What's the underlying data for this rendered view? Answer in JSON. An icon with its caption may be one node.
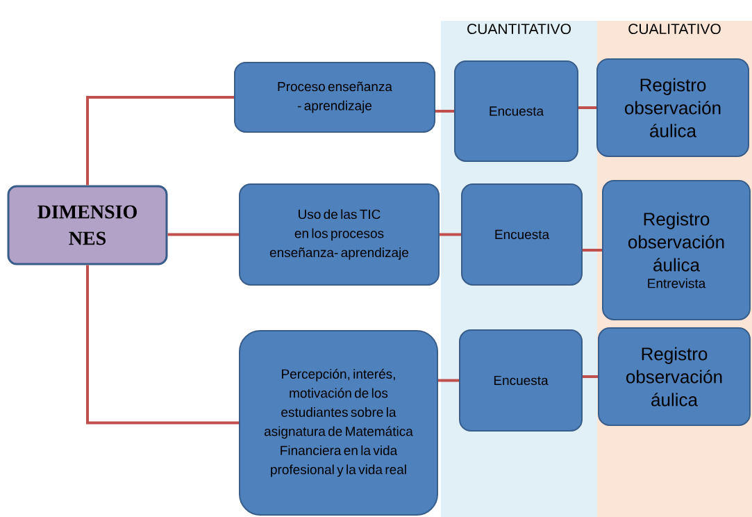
{
  "diagram": {
    "nodes": [
      {
        "text": [
          "CUANTITATIVO"
        ]
      },
      {
        "text": [
          "CUALITATIVO"
        ]
      },
      {
        "text": [
          "DIMENSIO NES"
        ]
      },
      {
        "text": [
          "Proceso enseñanza - aprendizaje"
        ]
      },
      {
        "text": [
          "Encuesta"
        ],
        "in": 0
      },
      {
        "text": [
          "Registro observación áulica"
        ],
        "in": 1
      },
      {
        "text": [
          "Uso de las TIC en los procesos enseñanza- aprendizaje"
        ]
      },
      {
        "text": [
          "Encuesta"
        ],
        "in": 0
      },
      {
        "text": [
          "Registro observación áulica",
          "Entrevista"
        ],
        "in": 1
      },
      {
        "text": [
          "Percepción, interés, motivación de los estudiantes sobre la asignatura de Matemática Financiera en la vida profesional y la vida real"
        ]
      },
      {
        "text": [
          "Encuesta"
        ],
        "in": 0
      },
      {
        "text": [
          "Registro observación áulica"
        ],
        "in": 1
      }
    ],
    "edges": [
      {
        "from": 2,
        "to": 3,
        "arrow": "none"
      },
      {
        "from": 2,
        "to": 6,
        "arrow": "none"
      },
      {
        "from": 2,
        "to": 9,
        "arrow": "none"
      },
      {
        "from": 3,
        "to": 4,
        "arrow": "none"
      },
      {
        "from": 4,
        "to": 5,
        "arrow": "none"
      },
      {
        "from": 6,
        "to": 7,
        "arrow": "none"
      },
      {
        "from": 7,
        "to": 8,
        "arrow": "none"
      },
      {
        "from": 9,
        "to": 10,
        "arrow": "none"
      },
      {
        "from": 10,
        "to": 11,
        "arrow": "none"
      }
    ]
  }
}
